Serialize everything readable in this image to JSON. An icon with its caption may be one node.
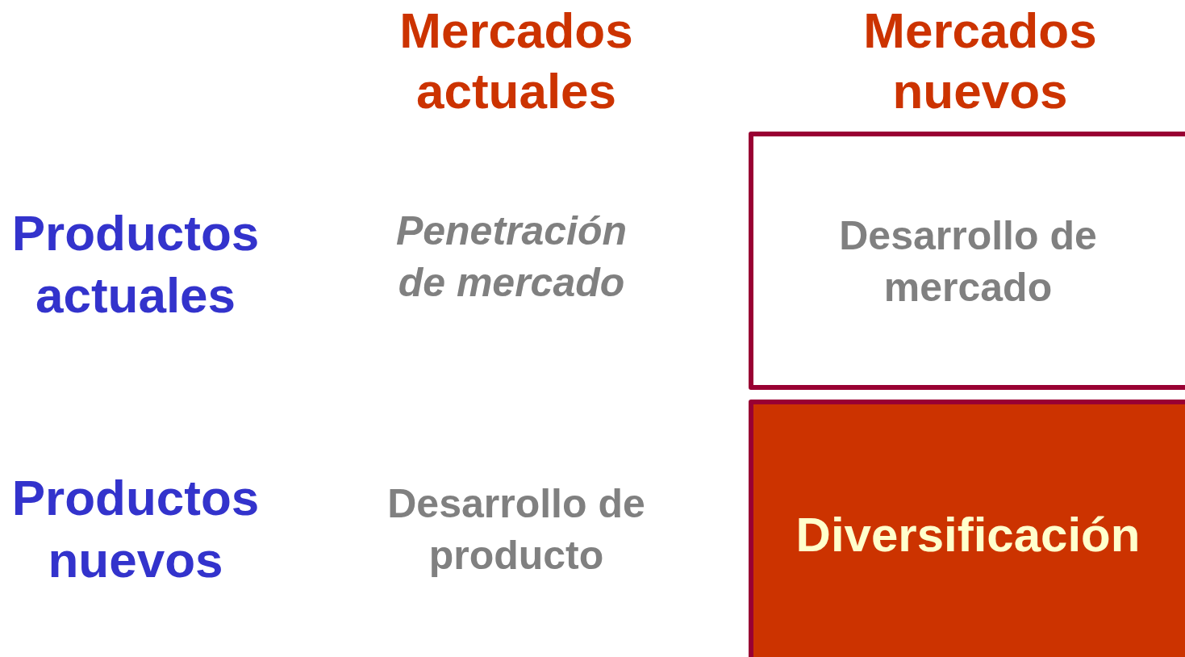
{
  "diagram": {
    "nodes": [
      {
        "text": [
          "Desarrollo de mercado"
        ]
      },
      {
        "text": [
          "Diversificación"
        ]
      }
    ],
    "labels": [
      "Mercados actuales",
      "Mercados nuevos",
      "Productos actuales",
      "Penetración de mercado",
      "Productos nuevos",
      "Desarrollo de producto"
    ]
  }
}
